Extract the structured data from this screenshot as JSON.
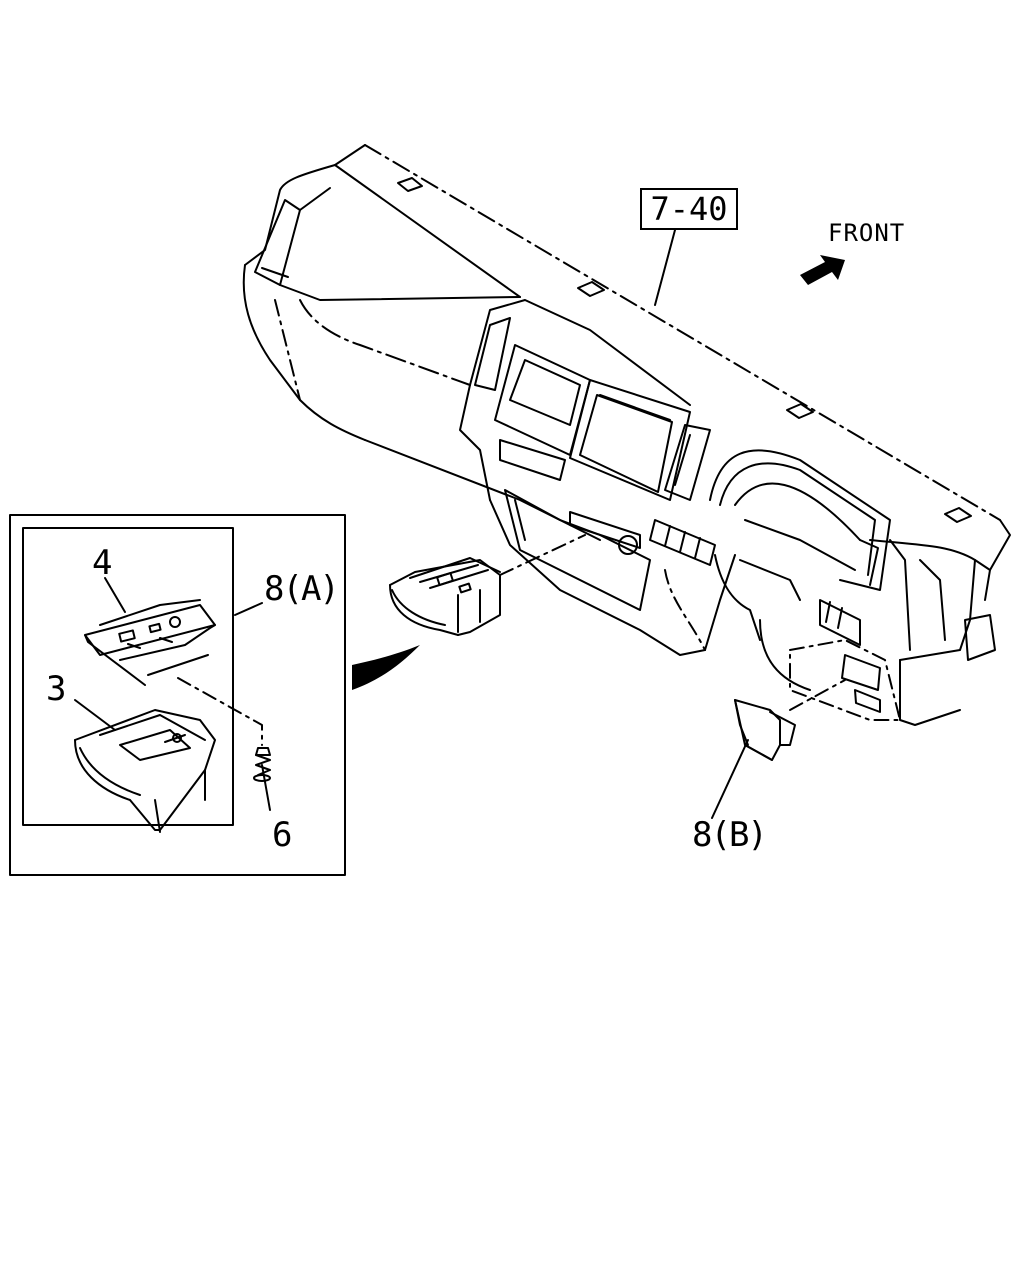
{
  "diagram": {
    "reference_box": "7-40",
    "direction_label": "FRONT",
    "callouts": {
      "c4": "4",
      "c8a": "8(A)",
      "c3": "3",
      "c6": "6",
      "c8b": "8(B)"
    }
  },
  "icons": {
    "direction_arrow": "arrow-icon"
  }
}
